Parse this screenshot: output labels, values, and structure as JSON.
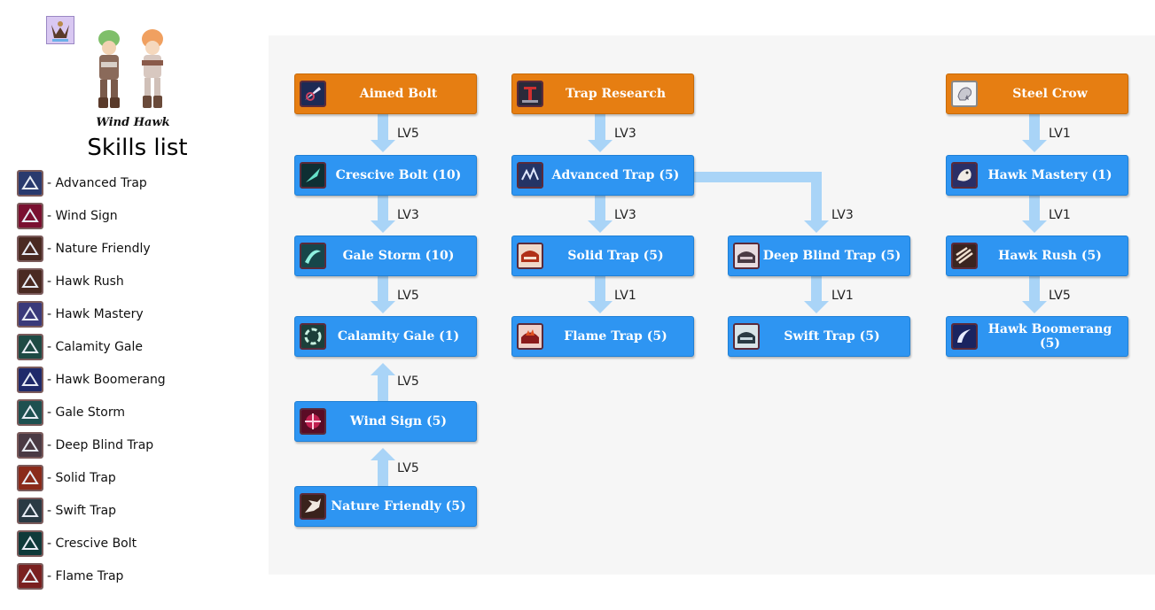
{
  "header": {
    "class_name": "Wind Hawk",
    "title": "Skills list"
  },
  "legend": [
    {
      "label": "- Advanced Trap",
      "icon": "advanced-trap-icon",
      "color": "#2a3a6e"
    },
    {
      "label": "- Wind Sign",
      "icon": "wind-sign-icon",
      "color": "#7a1030"
    },
    {
      "label": "- Nature Friendly",
      "icon": "nature-friendly-icon",
      "color": "#4a2a22"
    },
    {
      "label": "- Hawk Rush",
      "icon": "hawk-rush-icon",
      "color": "#4a2a22"
    },
    {
      "label": "- Hawk Mastery",
      "icon": "hawk-mastery-icon",
      "color": "#3a3a7a"
    },
    {
      "label": "- Calamity Gale",
      "icon": "calamity-gale-icon",
      "color": "#1e4a44"
    },
    {
      "label": "- Hawk Boomerang",
      "icon": "hawk-boomerang-icon",
      "color": "#1f2a6a"
    },
    {
      "label": "- Gale Storm",
      "icon": "gale-storm-icon",
      "color": "#1e5050"
    },
    {
      "label": "- Deep Blind Trap",
      "icon": "deep-blind-trap-icon",
      "color": "#4a3a44"
    },
    {
      "label": "- Solid Trap",
      "icon": "solid-trap-icon",
      "color": "#8a2a1a"
    },
    {
      "label": "- Swift Trap",
      "icon": "swift-trap-icon",
      "color": "#2a3a44"
    },
    {
      "label": "- Crescive Bolt",
      "icon": "crescive-bolt-icon",
      "color": "#0f3a3a"
    },
    {
      "label": "- Flame Trap",
      "icon": "flame-trap-icon",
      "color": "#7a2020"
    }
  ],
  "tree": {
    "heads": {
      "aimed_bolt": "Aimed Bolt",
      "trap_research": "Trap Research",
      "steel_crow": "Steel Crow"
    },
    "skills": {
      "crescive_bolt": "Crescive Bolt (10)",
      "gale_storm": "Gale Storm (10)",
      "calamity_gale": "Calamity Gale (1)",
      "wind_sign": "Wind Sign (5)",
      "nature_friendly": "Nature Friendly (5)",
      "advanced_trap": "Advanced Trap (5)",
      "solid_trap": "Solid Trap (5)",
      "flame_trap": "Flame Trap (5)",
      "deep_blind_trap": "Deep Blind Trap (5)",
      "swift_trap": "Swift Trap (5)",
      "hawk_mastery": "Hawk Mastery (1)",
      "hawk_rush": "Hawk Rush (5)",
      "hawk_boomerang": "Hawk Boomerang (5)"
    },
    "levels": {
      "aimed_to_crescive": "LV5",
      "crescive_to_gale": "LV3",
      "gale_to_calamity": "LV5",
      "wind_to_calamity": "LV5",
      "nature_to_wind": "LV5",
      "trap_to_advanced": "LV3",
      "advanced_to_solid": "LV3",
      "advanced_to_deep": "LV3",
      "solid_to_flame": "LV1",
      "deep_to_swift": "LV1",
      "crow_to_mastery": "LV1",
      "mastery_to_rush": "LV1",
      "rush_to_boomerang": "LV5"
    }
  },
  "colors": {
    "head_node": "#e67e12",
    "skill_node": "#2e95f2",
    "connector": "#a9d4f7",
    "panel_bg": "#f6f6f6"
  }
}
